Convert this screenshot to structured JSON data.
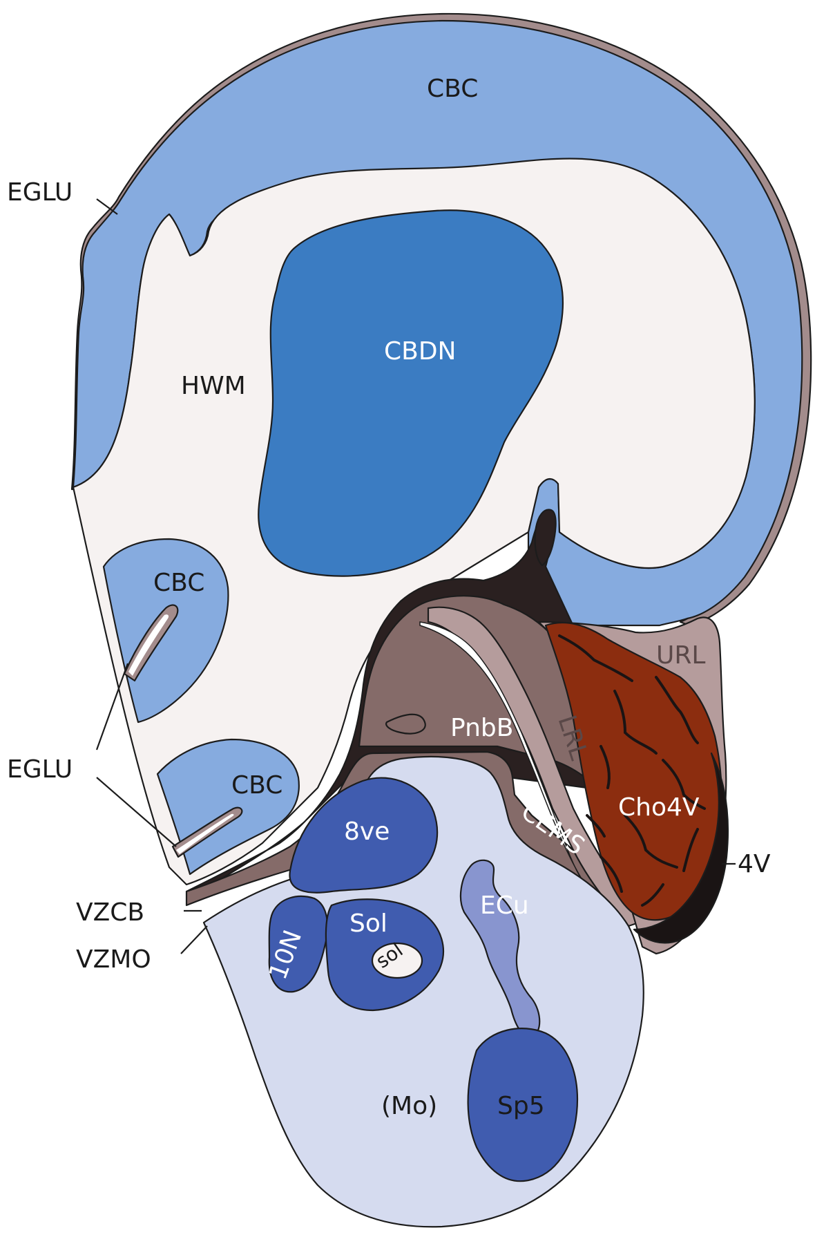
{
  "colors": {
    "cerebellar_cortex": "#86abdf",
    "deep_nuclei": "#3b7cc2",
    "white_matter": "#f6f2f1",
    "egl_membrane": "#a38c8c",
    "ventricular_zone": "#2a2020",
    "pontine_stream": "#856b69",
    "rhombic_lip": "#b59c9c",
    "choroid_plexus": "#8c2d0f",
    "medulla": "#d5dbef",
    "medulla_nuclei": "#405caf",
    "ecu": "#8895cf",
    "fourth_ventricle": "#1a1414"
  },
  "labels": {
    "cbc_top": "CBC",
    "eglu_top": "EGLU",
    "hwm": "HWM",
    "cbdn": "CBDN",
    "cbc_mid": "CBC",
    "cbc_low": "CBC",
    "eglu_mid": "EGLU",
    "url": "URL",
    "pnbb": "PnbB",
    "lrl": "LRL",
    "cho4v": "Cho4V",
    "fourth_v": "4V",
    "cems": "CEMS",
    "ve8": "8ve",
    "n10": "10N",
    "sol": "Sol",
    "sol_tract": "sol",
    "ecu": "ECu",
    "vzcb": "VZCB",
    "vzmo": "VZMO",
    "sp5": "Sp5",
    "mo": "(Mo)"
  }
}
